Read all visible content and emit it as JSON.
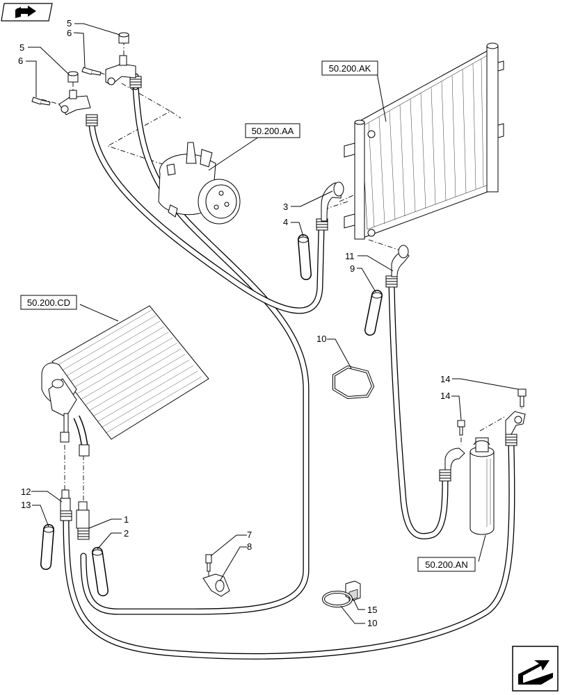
{
  "nav": {
    "top_left_icon": "book-arrow-icon",
    "bottom_right_icon": "next-page-arrow-icon"
  },
  "references": {
    "compressor": "50.200.AA",
    "condenser": "50.200.AK",
    "evaporator": "50.200.CD",
    "receiver_drier": "50.200.AN"
  },
  "callouts": {
    "c5a": "5",
    "c6a": "6",
    "c5b": "5",
    "c6b": "6",
    "c3": "3",
    "c4": "4",
    "c11": "11",
    "c9": "9",
    "c10a": "10",
    "c14a": "14",
    "c14b": "14",
    "c12": "12",
    "c13": "13",
    "c1": "1",
    "c2": "2",
    "c7": "7",
    "c8": "8",
    "c15": "15",
    "c10b": "10"
  }
}
